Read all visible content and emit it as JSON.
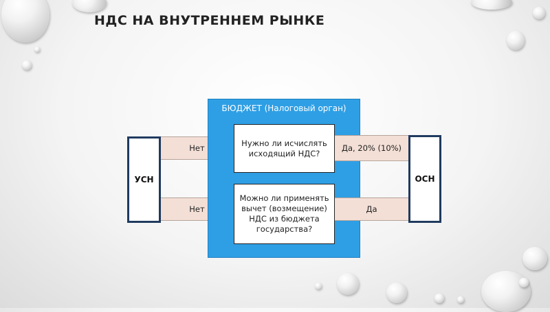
{
  "slide": {
    "title": "НДС НА ВНУТРЕННЕМ РЫНКЕ"
  },
  "diagram": {
    "budget_label": "БЮДЖЕТ (Налоговый орган)",
    "left_regime": "УСН",
    "right_regime": "ОСН",
    "question_1": "Нужно ли исчислять исходящий НДС?",
    "question_2": "Можно ли применять вычет (возмещение) НДС из бюджета государства?",
    "q1_left_answer": "Нет",
    "q1_right_answer": "Да, 20% (10%)",
    "q2_left_answer": "Нет",
    "q2_right_answer": "Да"
  },
  "colors": {
    "budget_fill": "#2e9fe5",
    "answer_fill": "#f3dfd6",
    "regime_border": "#1f3a5f"
  }
}
